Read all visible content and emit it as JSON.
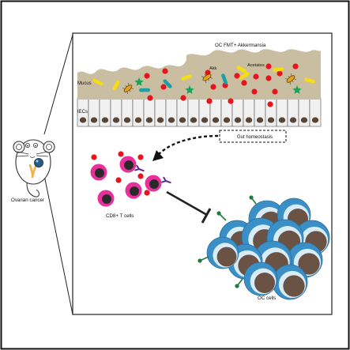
{
  "labels": {
    "oc_fmt": "OC FMT+ Akkermansia",
    "acetates": "Acetates",
    "akk": "Akk",
    "mucus": "Mucus",
    "iecs": "IECs",
    "gut_homeostasis": "Gut homeostasis",
    "cd8_t_cells": "CD8+ T cells",
    "ovarian_cancer": "Ovarian cancer",
    "oc_cells": "OC cells"
  },
  "colors": {
    "mucus": "#c9bea2",
    "iec_cell": "#f1f1f1",
    "nucleus": "#5a4637",
    "acetate_dot": "#e6151d",
    "tcell_ring": "#e8309b",
    "tcell_core": "#2a2a2a",
    "receptor": "#5b2d8e",
    "tumor_outer": "#3a8fc7",
    "tumor_ring": "#d8ecf7",
    "tumor_core": "#6a5344",
    "tumor_antigen": "#1f7a3a",
    "bacteria": "#f5dc14",
    "star": "#1aa35a",
    "rod": "#1aa0a6"
  }
}
